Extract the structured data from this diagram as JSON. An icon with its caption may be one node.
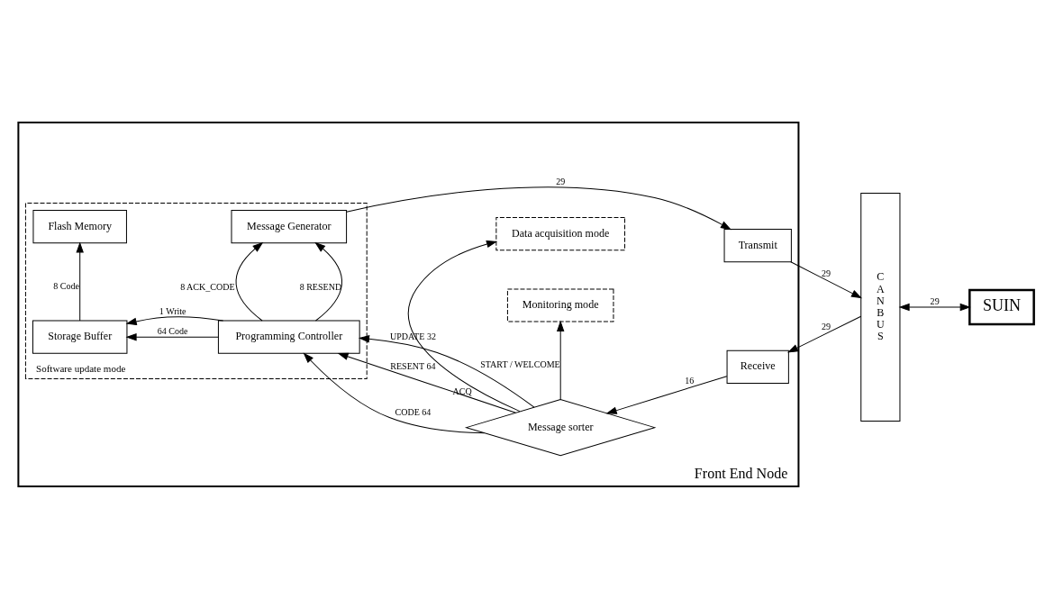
{
  "diagram": {
    "nodes": [
      {
        "text": [
          "Front End Node"
        ]
      },
      {
        "text": [
          "Monitoring mode"
        ],
        "in": 0
      },
      {
        "text": [
          "Software update mode"
        ],
        "in": 0
      },
      {
        "text": [
          "Storage Buffer"
        ],
        "in": 2
      },
      {
        "text": [
          "Programming Controller"
        ],
        "in": 2
      },
      {
        "text": [
          "Flash Memory"
        ],
        "in": 2
      },
      {
        "text": [
          "Message Generator"
        ],
        "in": 2
      },
      {
        "text": [
          "Message sorter"
        ],
        "in": 0
      },
      {
        "text": [
          "Data acquisition mode"
        ],
        "in": 0
      },
      {
        "text": [
          "Receive"
        ],
        "in": 0
      },
      {
        "text": [
          "Transmit"
        ],
        "in": 0
      },
      {
        "text": [
          "C A N B U S"
        ]
      },
      {
        "text": [
          "SUIN"
        ]
      }
    ],
    "edges": [
      {
        "from": 7,
        "to": 1,
        "arrow": "to",
        "label": "START / WELCOME"
      },
      {
        "from": 4,
        "to": 3,
        "arrow": "to",
        "label": "64 Code"
      },
      {
        "from": 4,
        "to": 3,
        "arrow": "to",
        "label": "1 Write"
      },
      {
        "from": 7,
        "to": 4,
        "arrow": "to",
        "label": "UPDATE 32"
      },
      {
        "from": 7,
        "to": 4,
        "arrow": "to",
        "label": "CODE 64"
      },
      {
        "from": 7,
        "to": 4,
        "arrow": "to",
        "label": "RESENT 64"
      },
      {
        "from": 9,
        "to": 7,
        "arrow": "to",
        "label": "16"
      },
      {
        "from": 11,
        "to": 9,
        "arrow": "to",
        "label": "29"
      },
      {
        "from": 11,
        "to": 12,
        "arrow": "both",
        "label": "29"
      },
      {
        "from": 3,
        "to": 5,
        "arrow": "to",
        "label": "8 Code"
      },
      {
        "from": 4,
        "to": 6,
        "arrow": "to",
        "label": "8 RESEND"
      },
      {
        "from": 4,
        "to": 6,
        "arrow": "to",
        "label": "8 ACK_CODE"
      },
      {
        "from": 7,
        "to": 8,
        "arrow": "to",
        "label": "ACQ"
      },
      {
        "from": 10,
        "to": 11,
        "arrow": "to",
        "label": "29"
      },
      {
        "from": 6,
        "to": 10,
        "arrow": "to",
        "label": "29"
      }
    ]
  }
}
